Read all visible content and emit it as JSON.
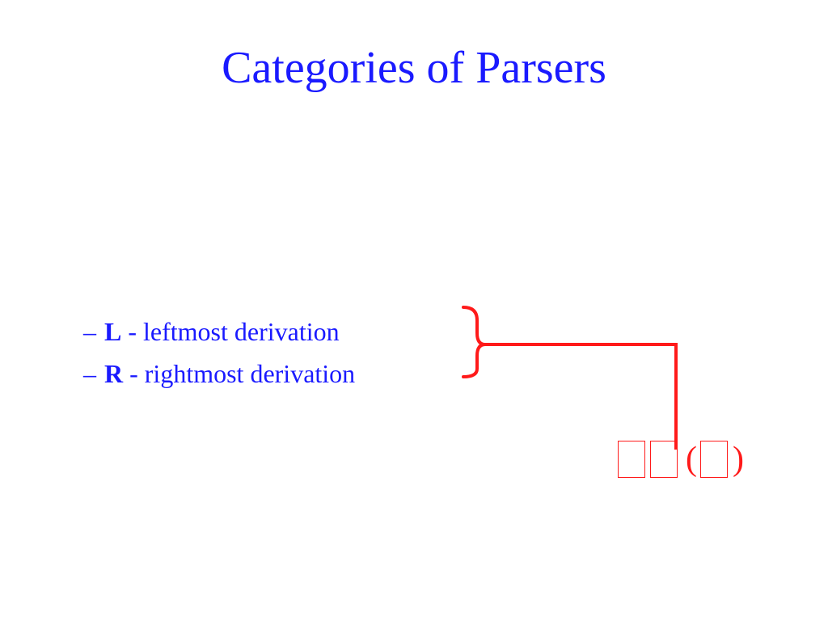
{
  "slide": {
    "title": "Categories of Parsers",
    "bullets": [
      {
        "dash": "–",
        "letter": "L",
        "text": "- leftmost derivation"
      },
      {
        "dash": "–",
        "letter": "R",
        "text": "- rightmost derivation"
      }
    ],
    "annotation": {
      "open_paren": "(",
      "close_paren": ")"
    }
  },
  "colors": {
    "text": "#1a1aff",
    "annotation": "#ff1a1a",
    "background": "#ffffff"
  }
}
